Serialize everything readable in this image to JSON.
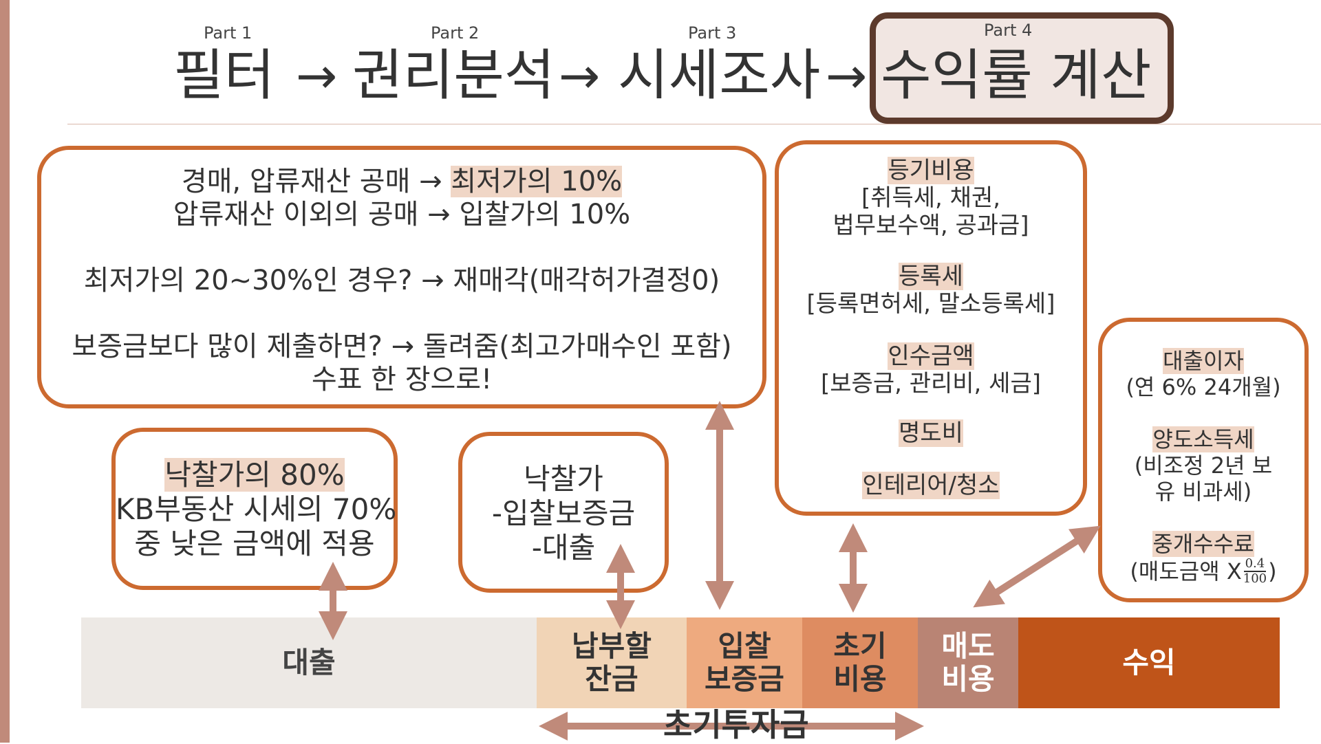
{
  "colors": {
    "accent": "#cc6a30",
    "arrow": "#c08a7a",
    "part4_border": "#5c3a2c",
    "seg_loan": "#ede9e5",
    "seg_balance": "#f1d4b6",
    "seg_deposit": "#eeaa7f",
    "seg_initial": "#de8c61",
    "seg_sell": "#b98474",
    "seg_profit": "#bf5419"
  },
  "header": {
    "parts": [
      {
        "label": "Part 1",
        "title": "필터"
      },
      {
        "label": "Part 2",
        "title": "권리분석"
      },
      {
        "label": "Part 3",
        "title": "시세조사"
      },
      {
        "label": "Part 4",
        "title": "수익률 계산"
      }
    ],
    "arrow_glyph": "→"
  },
  "bid_rules": {
    "l1_pre": "경매, 압류재산 공매 → ",
    "l1_hl": "최저가의 10%",
    "l2": "압류재산 이외의 공매 → 입찰가의 10%",
    "l3": "최저가의 20~30%인 경우? → 재매각(매각허가결정0)",
    "l4": "보증금보다 많이 제출하면? → 돌려줌(최고가매수인 포함)",
    "l5": "수표 한 장으로!"
  },
  "loan_box": {
    "hl": "낙찰가의 80%",
    "l2": "KB부동산 시세의 70%",
    "l3": "중 낮은 금액에 적용"
  },
  "balance_box": {
    "l1": "낙찰가",
    "l2": "-입찰보증금",
    "l3": "-대출"
  },
  "initial_costs": {
    "registration_title": "등기비용",
    "registration_detail1": "[취득세, 채권,",
    "registration_detail2": "법무보수액, 공과금]",
    "enroll_title": "등록세",
    "enroll_detail": "[등록면허세, 말소등록세]",
    "takeover_title": "인수금액",
    "takeover_detail": "[보증금, 관리비, 세금]",
    "eviction": "명도비",
    "interior": "인테리어/청소"
  },
  "sell_costs": {
    "interest_title": "대출이자",
    "interest_detail": "(연 6% 24개월)",
    "tax_title": "양도소득세",
    "tax_detail1": "(비조정 2년 보",
    "tax_detail2": "유 비과세)",
    "fee_title": "중개수수료",
    "fee_prefix": "(매도금액 X ",
    "fee_num": "0.4",
    "fee_den": "100",
    "fee_suffix": ")"
  },
  "bar": {
    "loan": "대출",
    "balance_l1": "납부할",
    "balance_l2": "잔금",
    "deposit_l1": "입찰",
    "deposit_l2": "보증금",
    "initial_l1": "초기",
    "initial_l2": "비용",
    "sell_l1": "매도",
    "sell_l2": "비용",
    "profit": "수익"
  },
  "initial_investment_label": "초기투자금"
}
